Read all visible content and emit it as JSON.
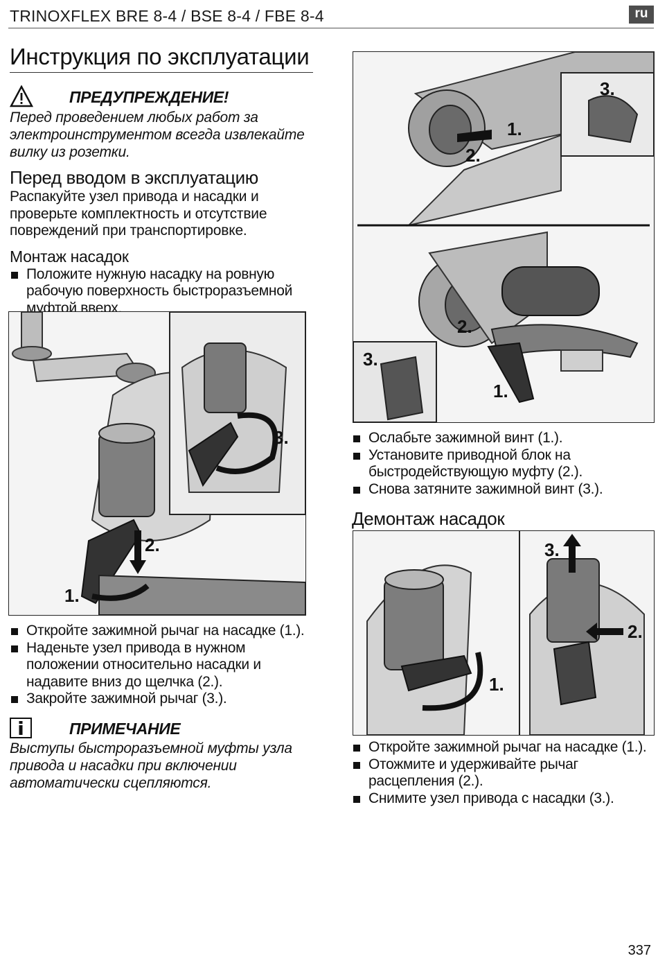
{
  "header": {
    "model": "TRINOXFLEX BRE 8-4 / BSE 8-4 / FBE 8-4",
    "lang": "ru"
  },
  "left": {
    "section_title": "Инструкция по эксплуатации",
    "warning": {
      "title": "ПРЕДУПРЕЖДЕНИЕ!",
      "text": "Перед проведением любых работ за электроинструментом всегда извлекайте вилку из розетки."
    },
    "before_use": {
      "title": "Перед вводом в эксплуатацию",
      "text": "Распакуйте узел привода и насадки и проверьте комплектность и отсутствие повреждений при транспортировке."
    },
    "mount": {
      "title": "Монтаж насадок",
      "items": [
        "Положите нужную насадку на ровную рабочую поверхность быстроразъемной муфтой вверх."
      ]
    },
    "fig_labels": [
      "1.",
      "2.",
      "3."
    ],
    "steps": [
      "Откройте зажимной рычаг на насадке (1.).",
      "Наденьте узел привода в нужном положении относительно насадки и надавите вниз до щелчка (2.).",
      "Закройте зажимной рычаг (3.)."
    ],
    "note": {
      "title": "ПРИМЕЧАНИЕ",
      "text": "Выступы быстроразъемной муфты узла привода и насадки при включении автоматически сцепляются."
    }
  },
  "right": {
    "fig_top_labels": [
      "1.",
      "2.",
      "3.",
      "2.",
      "3.",
      "1."
    ],
    "steps_top": [
      "Ослабьте зажимной винт (1.).",
      "Установите приводной блок на быстродействующую муфту (2.).",
      "Снова затяните зажимной винт (3.)."
    ],
    "demount": {
      "title": "Демонтаж насадок",
      "fig_labels": [
        "1.",
        "3.",
        "2."
      ],
      "items": [
        "Откройте зажимной рычаг на насадке (1.).",
        "Отожмите и удерживайте рычаг расцепления (2.).",
        "Снимите узел привода с насадки (3.)."
      ]
    }
  },
  "page_number": "337"
}
